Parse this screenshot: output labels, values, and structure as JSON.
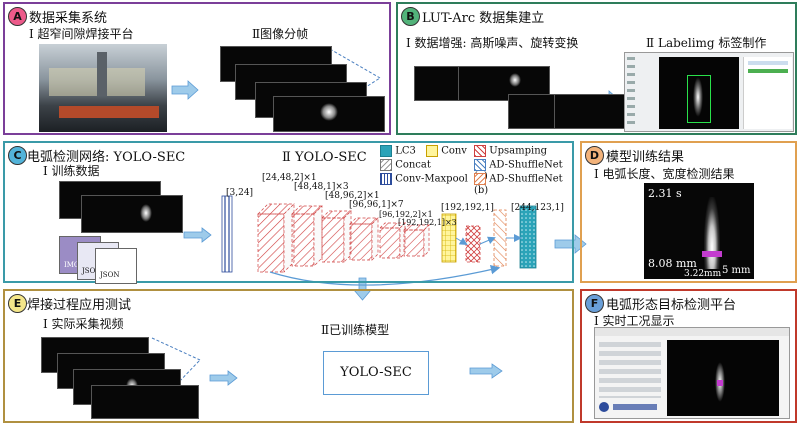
{
  "panels": {
    "a": {
      "badge": "A",
      "title": "数据采集系统",
      "sub1": "Ⅰ 超窄间隙焊接平台",
      "sub2": "Ⅱ图像分帧"
    },
    "b": {
      "badge": "B",
      "title": "LUT-Arc 数据集建立",
      "sub1": "Ⅰ 数据增强: 高斯噪声、旋转变换",
      "sub2": "Ⅱ Labelimg 标签制作"
    },
    "c": {
      "badge": "C",
      "title": "电弧检测网络: YOLO-SEC",
      "sub1": "Ⅰ 训练数据",
      "network_title": "Ⅱ YOLO-SEC",
      "shapes": [
        "[3,24]",
        "[24,48,2]×1",
        "[48,48,1]×3",
        "[48,96,2]×1",
        "[96,96,1]×7",
        "[96,192,2]×1",
        "[192,192,1]×3",
        "[192,192,1]",
        "[244,123,1]"
      ],
      "thumb_labels": [
        "IMG",
        "JSON",
        "JSON"
      ]
    },
    "d": {
      "badge": "D",
      "title": "模型训练结果",
      "sub1": "Ⅰ 电弧长度、宽度检测结果",
      "time": "2.31 s",
      "length": "8.08 mm",
      "width": "3.22mm",
      "scale": "5 mm"
    },
    "e": {
      "badge": "E",
      "title": "焊接过程应用测试",
      "sub1": "Ⅰ 实际采集视频",
      "sub2": "Ⅱ已训练模型",
      "model_box": "YOLO-SEC"
    },
    "f": {
      "badge": "F",
      "title": "电弧形态目标检测平台",
      "sub1": "Ⅰ 实时工况显示"
    }
  },
  "legend": [
    {
      "label": "LC3",
      "kind": "lc3"
    },
    {
      "label": "Conv",
      "kind": "conv"
    },
    {
      "label": "Upsamping",
      "kind": "upsample"
    },
    {
      "label": "Concat",
      "kind": "concat"
    },
    {
      "label": "AD-ShuffleNet (a)",
      "kind": "ad_a"
    },
    {
      "label": "Conv-Maxpool",
      "kind": "maxpool"
    },
    {
      "label": "AD-ShuffleNet (b)",
      "kind": "ad_b"
    }
  ],
  "colors": {
    "a": "#7b3f99",
    "b": "#2e7d5b",
    "c": "#3a9aa8",
    "d": "#e0a050",
    "e": "#b09040",
    "f": "#c0392b",
    "badge_a": "#ec5a8a",
    "badge_b": "#52b37a",
    "badge_c": "#52b3d9",
    "badge_d": "#f2b27a",
    "badge_e": "#f4e68a",
    "badge_f": "#6a9fd8",
    "arrow": "#5b9bd5"
  }
}
